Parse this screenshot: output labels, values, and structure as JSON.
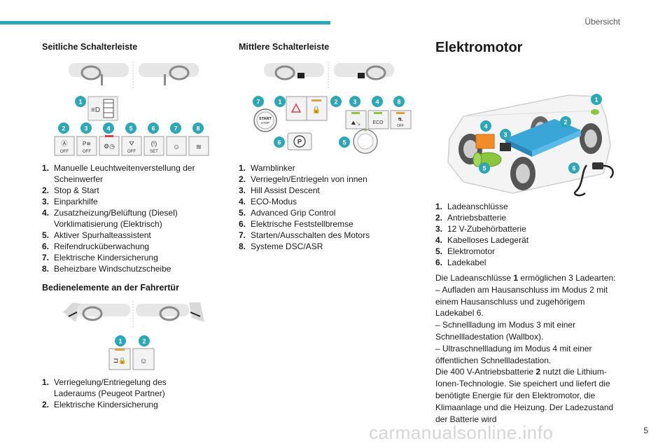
{
  "header": {
    "title": "Übersicht"
  },
  "left": {
    "section1": {
      "heading": "Seitliche Schalterleiste",
      "badges_top": [
        "1"
      ],
      "badges_row": [
        "2",
        "3",
        "4",
        "5",
        "6",
        "7",
        "8"
      ],
      "switch_labels": [
        "OFF",
        "OFF",
        "",
        "OFF",
        "SET",
        "",
        ""
      ],
      "items": [
        {
          "n": "1.",
          "text": "Manuelle Leuchtweitenverstellung der Scheinwerfer"
        },
        {
          "n": "2.",
          "text": "Stop & Start"
        },
        {
          "n": "3.",
          "text": "Einparkhilfe"
        },
        {
          "n": "4.",
          "text": "Zusatzheizung/Belüftung (Diesel) Vorklimatisierung (Elektrisch)"
        },
        {
          "n": "5.",
          "text": "Aktiver Spurhalteassistent"
        },
        {
          "n": "6.",
          "text": "Reifendrucküberwachung"
        },
        {
          "n": "7.",
          "text": "Elektrische Kindersicherung"
        },
        {
          "n": "8.",
          "text": "Beheizbare Windschutzscheibe"
        }
      ]
    },
    "section2": {
      "heading": "Bedienelemente an der Fahrertür",
      "badges": [
        "1",
        "2"
      ],
      "items": [
        {
          "n": "1.",
          "text": "Verriegelung/Entriegelung des Laderaums (Peugeot Partner)"
        },
        {
          "n": "2.",
          "text": "Elektrische Kindersicherung"
        }
      ]
    }
  },
  "middle": {
    "heading": "Mittlere Schalterleiste",
    "badges": [
      "7",
      "1",
      "2",
      "3",
      "4",
      "8",
      "6",
      "5"
    ],
    "button_labels": {
      "start": "START",
      "stop": "STOP",
      "eco": "ECO",
      "off": "OFF",
      "p": "P"
    },
    "items": [
      {
        "n": "1.",
        "text": "Warnblinker"
      },
      {
        "n": "2.",
        "text": "Verriegeln/Entriegeln von innen"
      },
      {
        "n": "3.",
        "text": "Hill Assist Descent"
      },
      {
        "n": "4.",
        "text": "ECO-Modus"
      },
      {
        "n": "5.",
        "text": "Advanced Grip Control"
      },
      {
        "n": "6.",
        "text": "Elektrische Feststellbremse"
      },
      {
        "n": "7.",
        "text": "Starten/Ausschalten des Motors"
      },
      {
        "n": "8.",
        "text": "Systeme DSC/ASR"
      }
    ]
  },
  "right": {
    "heading": "Elektromotor",
    "badges": [
      "1",
      "2",
      "3",
      "4",
      "5",
      "6"
    ],
    "items": [
      {
        "n": "1.",
        "text": "Ladeanschlüsse"
      },
      {
        "n": "2.",
        "text": "Antriebsbatterie"
      },
      {
        "n": "3.",
        "text": "12 V-Zubehörbatterie"
      },
      {
        "n": "4.",
        "text": "Kabelloses Ladegerät"
      },
      {
        "n": "5.",
        "text": "Elektromotor"
      },
      {
        "n": "6.",
        "text": "Ladekabel"
      }
    ],
    "intro_before": "Die Ladeanschlüsse ",
    "intro_bold": "1",
    "intro_after": " ermöglichen 3 Ladearten:",
    "bullet1": "–  Aufladen am Hausanschluss im Modus 2 mit einem Hausanschluss und zugehörigem Ladekabel 6.",
    "bullet2": "–  Schnellladung im Modus 3 mit einer Schnellladestation (Wallbox).",
    "bullet3": "–  Ultraschnellladung im Modus 4 mit einer öffentlichen Schnellladestation.",
    "battery_before": "Die 400 V-Antriebsbatterie ",
    "battery_bold": "2",
    "battery_after": " nutzt die Lithium-Ionen-Technologie. Sie speichert und liefert die benötigte Energie für den Elektromotor, die Klimaanlage und die Heizung. Der Ladezustand der Batterie wird"
  },
  "footer": {
    "page_number": "5",
    "watermark": "carmanualsonline.info"
  },
  "colors": {
    "accent": "#2aa8b8",
    "badge": "#2aa8b8",
    "battery": "#3aa6d8",
    "motor": "#8cc63f",
    "charger": "#f28c28"
  }
}
